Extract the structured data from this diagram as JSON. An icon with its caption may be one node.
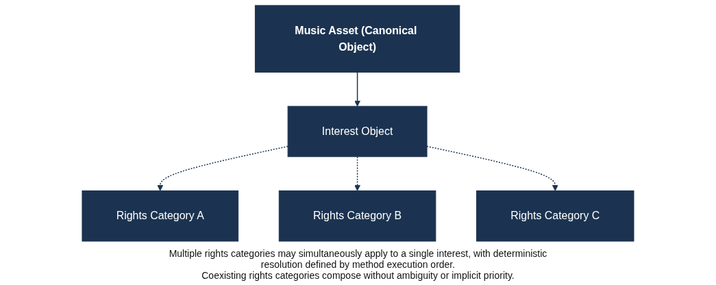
{
  "diagram": {
    "nodes": [
      {
        "text": [
          "Music Asset (Canonical Object)"
        ]
      },
      {
        "text": [
          "Interest Object"
        ]
      },
      {
        "text": [
          "Rights Category A"
        ]
      },
      {
        "text": [
          "Rights Category B"
        ]
      },
      {
        "text": [
          "Rights Category C"
        ]
      }
    ],
    "edges": [
      {
        "from": 0,
        "to": 1,
        "arrow": "to"
      },
      {
        "from": 1,
        "to": 2,
        "arrow": "to",
        "style": "dashed"
      },
      {
        "from": 1,
        "to": 3,
        "arrow": "to",
        "style": "dashed"
      },
      {
        "from": 1,
        "to": 4,
        "arrow": "to",
        "style": "dashed"
      }
    ],
    "labels": [
      "Multiple rights categories may simultaneously apply to a single interest, with deterministic resolution defined by method execution order.",
      "Coexisting rights categories compose without ambiguity or implicit priority."
    ]
  }
}
